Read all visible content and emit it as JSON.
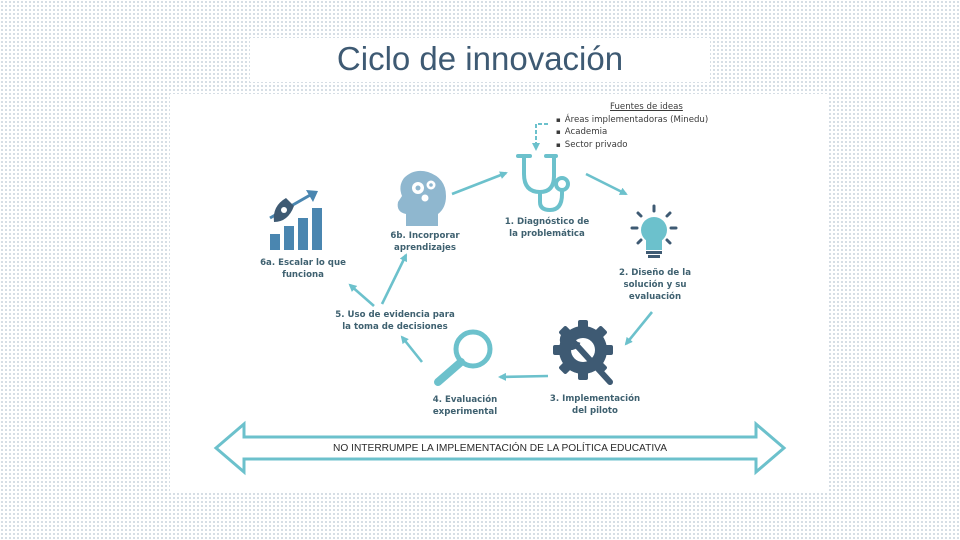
{
  "title": "Ciclo de innovación",
  "sources": {
    "heading": "Fuentes de ideas",
    "items": [
      "Áreas implementadoras (Minedu)",
      "Academia",
      "Sector privado"
    ]
  },
  "steps": {
    "s1": [
      "1. Diagnóstico  de",
      "la problemática"
    ],
    "s2": [
      "2. Diseño de la",
      "solución  y su",
      "evaluación"
    ],
    "s3": [
      "3. Implementación",
      "del piloto"
    ],
    "s4": [
      "4. Evaluación",
      "experimental"
    ],
    "s5": [
      "5. Uso de evidencia para",
      "la toma de decisiones"
    ],
    "s6a": [
      "6a. Escalar lo que",
      "funciona"
    ],
    "s6b": [
      "6b. Incorporar",
      "aprendizajes"
    ]
  },
  "banner": "NO INTERRUMPE LA IMPLEMENTACIÓN DE LA POLÍTICA EDUCATIVA",
  "colors": {
    "teal": "#6cc1cc",
    "icon_blue": "#4a86b0",
    "dark": "#3e5a73",
    "gray_blue": "#8fb7cf"
  },
  "icons": [
    "stethoscope-icon",
    "lightbulb-icon",
    "gear-wrench-icon",
    "magnifier-icon",
    "rocket-chart-icon",
    "head-gears-icon"
  ]
}
